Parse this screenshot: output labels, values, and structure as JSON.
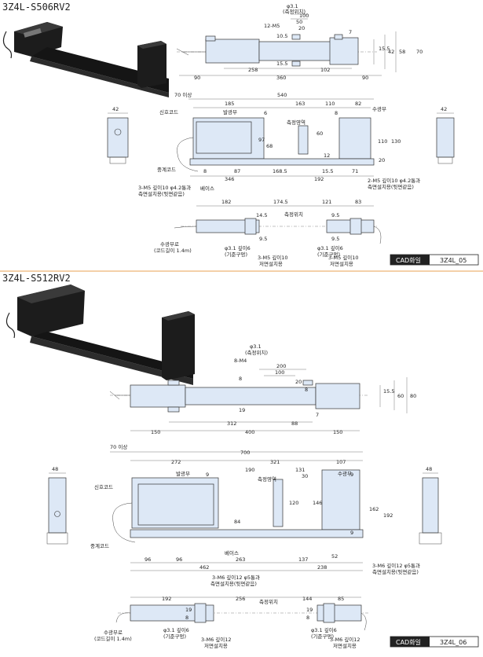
{
  "sections": [
    {
      "title": "3Z4L-S506RV2",
      "top_dims": [
        "90",
        "360",
        "90",
        "258",
        "102",
        "100",
        "50",
        "20",
        "10.5",
        "15.5",
        "15.5",
        "42",
        "58",
        "70",
        "7"
      ],
      "top_labels": [
        "φ3.1",
        "(측정위치)",
        "12-M5"
      ],
      "mid_dims": [
        "70 이상",
        "540",
        "185",
        "163",
        "110",
        "82",
        "6",
        "8",
        "97",
        "68",
        "60",
        "110",
        "130",
        "20",
        "12",
        "8",
        "87",
        "168.5",
        "15.5",
        "71",
        "346",
        "192",
        "42",
        "42"
      ],
      "mid_labels": [
        "발광부",
        "수광부",
        "측정영역",
        "신호코드",
        "중계코드",
        "베이스",
        "3-M5 깊이10 φ4.2통과",
        "측면설치용(뒷면같음)",
        "2-M5 깊이10 φ4.2통과",
        "측면설치용(뒷면같음)"
      ],
      "bot_dims": [
        "182",
        "174.5",
        "121",
        "83",
        "14.5",
        "9.5",
        "9.5",
        "9.5"
      ],
      "bot_labels": [
        "측정위치",
        "수광부로",
        "(코드길이 1.4m)",
        "φ3.1 깊이6",
        "(기준구멍)",
        "3-M5 깊이10",
        "저면설치용",
        "φ3.1 깊이6",
        "(기준구멍)",
        "3-M5 깊이10",
        "저면설치용"
      ],
      "cad": {
        "label": "CAD화일",
        "value": "3Z4L_05"
      }
    },
    {
      "title": "3Z4L-S512RV2",
      "top_dims": [
        "150",
        "400",
        "150",
        "312",
        "88",
        "200",
        "100",
        "20",
        "8",
        "19",
        "7",
        "15.5",
        "60",
        "80",
        "8"
      ],
      "top_labels": [
        "φ3.1",
        "(측정위치)",
        "8-M4"
      ],
      "mid_dims": [
        "70 이상",
        "700",
        "272",
        "321",
        "107",
        "190",
        "131",
        "30",
        "9",
        "9",
        "120",
        "146",
        "162",
        "192",
        "84",
        "9",
        "96",
        "96",
        "263",
        "137",
        "52",
        "462",
        "238",
        "48",
        "48"
      ],
      "mid_labels": [
        "발광부",
        "수광부",
        "측정영역",
        "신호코드",
        "중계코드",
        "베이스",
        "3-M6 깊이12 φ5통과",
        "측면설치용(뒷면같음)",
        "3-M6 깊이12 φ5통과",
        "측면설치용(뒷면같음)"
      ],
      "bot_dims": [
        "192",
        "256",
        "144",
        "85",
        "19",
        "8",
        "19",
        "8"
      ],
      "bot_labels": [
        "측정위치",
        "수광부로",
        "(코드길이 1.4m)",
        "φ3.1 깊이6",
        "(기준구멍)",
        "3-M6 깊이12",
        "저면설치용",
        "φ3.1 깊이6",
        "(기준구멍)",
        "3-M6 깊이12",
        "저면설치용"
      ],
      "cad": {
        "label": "CAD화일",
        "value": "3Z4L_06"
      }
    }
  ]
}
